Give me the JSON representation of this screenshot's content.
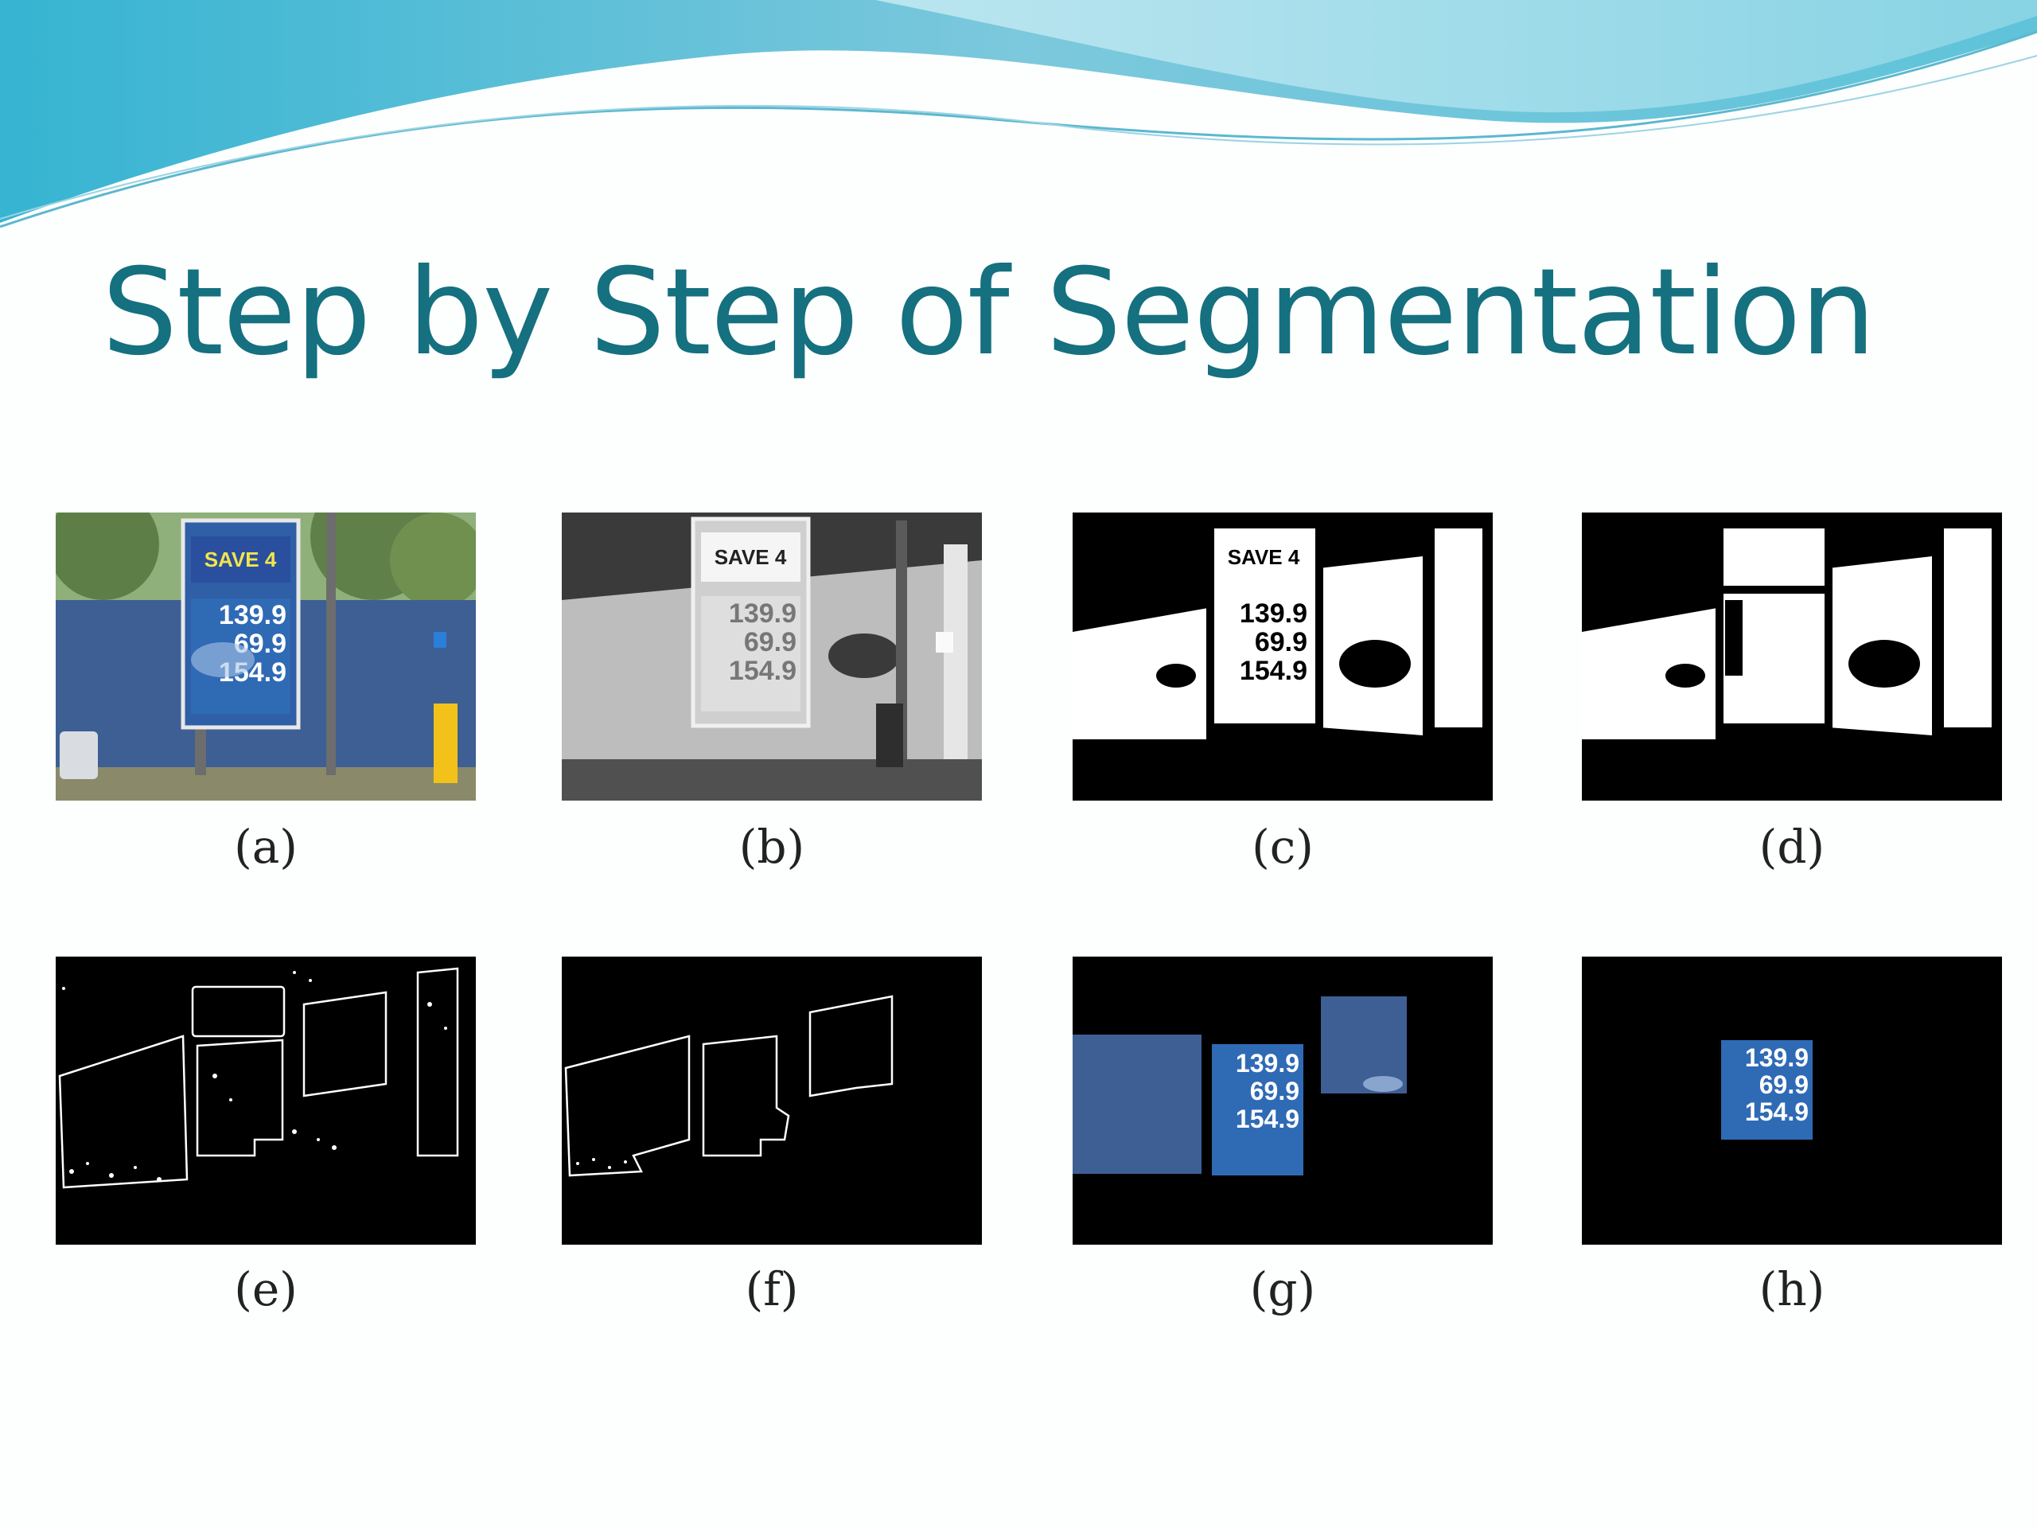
{
  "slide": {
    "title": "Step by Step of Segmentation"
  },
  "figure": {
    "panels": [
      {
        "id": "a",
        "caption": "(a)"
      },
      {
        "id": "b",
        "caption": "(b)"
      },
      {
        "id": "c",
        "caption": "(c)"
      },
      {
        "id": "d",
        "caption": "(d)"
      },
      {
        "id": "e",
        "caption": "(e)"
      },
      {
        "id": "f",
        "caption": "(f)"
      },
      {
        "id": "g",
        "caption": "(g)"
      },
      {
        "id": "h",
        "caption": "(h)"
      }
    ],
    "sign": {
      "headline": "SAVE 4",
      "prices": [
        "139.9",
        "69.9",
        "154.9"
      ]
    }
  },
  "colors": {
    "title": "#15707f",
    "wave_dark": "#3fb3cf",
    "wave_light": "#a9e0ec",
    "sign_blue": "#2f5fa6",
    "wall_blue": "#3d5f94"
  }
}
